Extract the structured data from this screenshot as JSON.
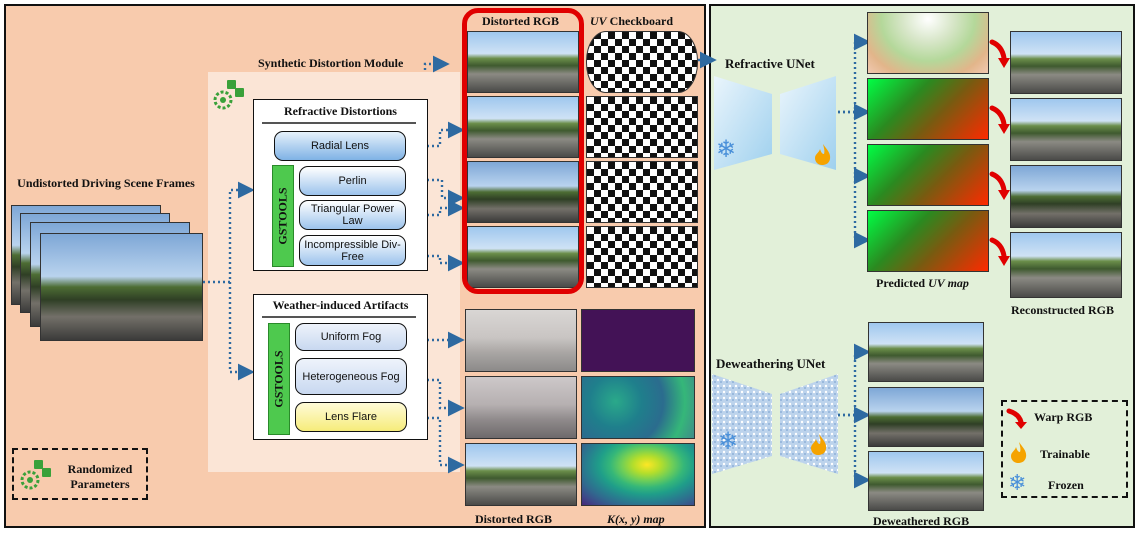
{
  "left": {
    "input_label": "Undistorted Driving Scene Frames",
    "module_title": "Synthetic Distortion Module",
    "refractive": {
      "title": "Refractive Distortions",
      "gstools": "GSTOOLS",
      "items": [
        "Radial Lens",
        "Perlin",
        "Triangular Power Law",
        "Incompressible Div-Free"
      ]
    },
    "weather": {
      "title": "Weather-induced Artifacts",
      "gstools": "GSTOOLS",
      "items": [
        "Uniform Fog",
        "Heterogeneous Fog",
        "Lens Flare"
      ]
    },
    "distorted_rgb_top": "Distorted RGB",
    "uv_checkboard_uv": "UV",
    "uv_checkboard_rest": "Checkboard",
    "distorted_rgb_bottom": "Distorted RGB",
    "kmap_label": "K(x, y) map",
    "randomized_label": "Randomized Parameters"
  },
  "right": {
    "refractive_unet": "Refractive UNet",
    "predicted_uv_pre": "Predicted",
    "predicted_uv_italic": "UV map",
    "reconstructed_rgb": "Reconstructed RGB",
    "deweathering_unet": "Deweathering UNet",
    "deweathered_rgb": "Deweathered RGB",
    "legend": {
      "warp": "Warp RGB",
      "trainable": "Trainable",
      "frozen": "Frozen"
    }
  },
  "colors": {
    "left_bg": "#f8cbad",
    "right_bg": "#e2f0d9",
    "module_bg": "#fbe5d6",
    "highlight_red": "#e00000",
    "arrow_blue": "#2e6aa1",
    "gstools_green": "#4ec94e"
  },
  "icons": [
    "gear-dice-icon",
    "snowflake-icon",
    "flame-icon",
    "warp-arrow-icon"
  ]
}
